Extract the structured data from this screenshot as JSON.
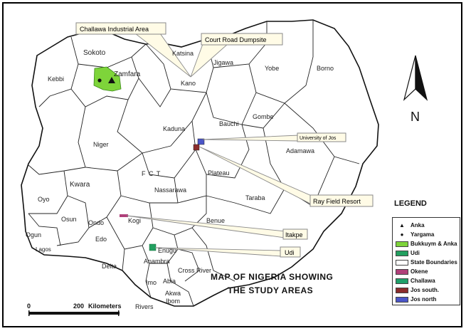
{
  "map": {
    "title_line1": "MAP OF NIGERIA SHOWING",
    "title_line2": "THE STUDY AREAS",
    "north_label": "N",
    "scale": {
      "zero": "0",
      "distance": "200",
      "unit": "Kilometers"
    },
    "states": [
      "Sokoto",
      "Zamfara",
      "Kebbi",
      "Katsina",
      "Jigawa",
      "Kano",
      "Yobe",
      "Borno",
      "Kaduna",
      "Bauchi",
      "Gombe",
      "Niger",
      "Adamawa",
      "F C T",
      "Plateau",
      "Kwara",
      "Nassarawa",
      "Taraba",
      "Oyo",
      "Osun",
      "Ondo",
      "Kogi",
      "Benue",
      "Ogun",
      "Lagos",
      "Edo",
      "Enugu",
      "Anambra",
      "Delta",
      "Imo",
      "Abia",
      "Cross River",
      "Akwa",
      "Ibom",
      "Rivers"
    ],
    "callouts": [
      "Challawa Industrial Area",
      "Court Road Dumpsite",
      "University of Jos",
      "Ray Field Resort",
      "Itakpe",
      "Udi"
    ],
    "colors": {
      "green_light": "#7ed43a",
      "green_dark": "#22a060",
      "okene": "#b0407a",
      "jos_south": "#8b2c2c",
      "jos_north": "#4a55c8",
      "callout_fill": "#fffbe6"
    }
  },
  "legend": {
    "title": "LEGEND",
    "items": [
      {
        "symbol": "triangle",
        "label": "Anka"
      },
      {
        "symbol": "dot",
        "label": "Yargama"
      },
      {
        "symbol": "swatch",
        "color": "#7ed43a",
        "label": "Bukkuym & Anka"
      },
      {
        "symbol": "swatch",
        "color": "#22a060",
        "label": "Udi"
      },
      {
        "symbol": "swatch",
        "color": "#ffffff",
        "label": "State Boundaries"
      },
      {
        "symbol": "swatch",
        "color": "#b0407a",
        "label": "Okene"
      },
      {
        "symbol": "swatch",
        "color": "#1fa06a",
        "label": "Challawa"
      },
      {
        "symbol": "swatch",
        "color": "#8b2c2c",
        "label": "Jos south."
      },
      {
        "symbol": "swatch",
        "color": "#4a55c8",
        "label": "Jos north"
      }
    ]
  }
}
